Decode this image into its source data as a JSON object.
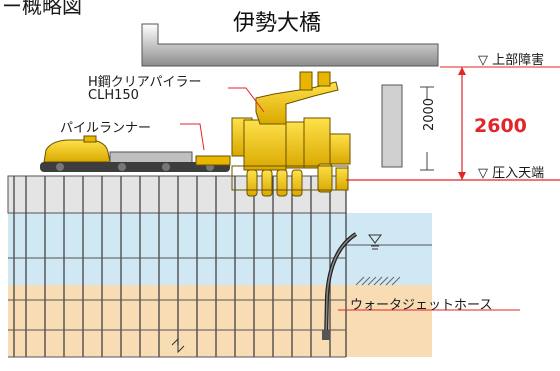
{
  "figure": {
    "title_partial": "ー概略図",
    "bridge_label": "伊勢大橋",
    "upper_obstacle_label": "▽ 上部障害",
    "press_crest_label": "▽ 圧入天端",
    "machine_label_line1": "H鋼クリアパイラー",
    "machine_label_line2": "CLH150",
    "runner_label": "パイルランナー",
    "clearance_mm": "2000",
    "headroom_mm": "2600",
    "hose_label": "ウォータジェットホース"
  },
  "colors": {
    "water": "#cfe8f4",
    "soil": "#f7dcb4",
    "deck": "#e6e6e6",
    "machine": "#f2c400",
    "dimension": "#e0262a"
  }
}
